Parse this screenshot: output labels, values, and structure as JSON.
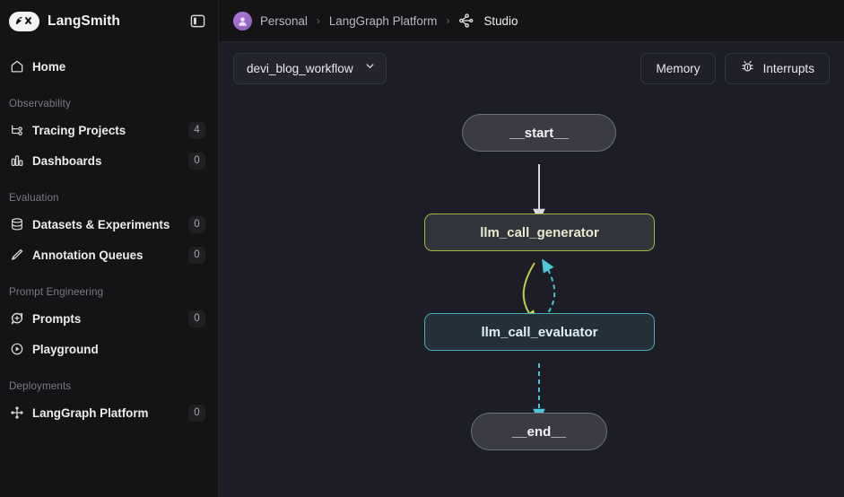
{
  "sidebar": {
    "brand": "LangSmith",
    "logo_icon": "langsmith-logo-icon",
    "panel_toggle_icon": "panel-toggle-icon",
    "home": {
      "label": "Home",
      "icon": "home-icon"
    },
    "sections": [
      {
        "label": "Observability",
        "items": [
          {
            "label": "Tracing Projects",
            "icon": "tracing-projects-icon",
            "badge": "4"
          },
          {
            "label": "Dashboards",
            "icon": "dashboards-icon",
            "badge": "0"
          }
        ]
      },
      {
        "label": "Evaluation",
        "items": [
          {
            "label": "Datasets & Experiments",
            "icon": "database-icon",
            "badge": "0"
          },
          {
            "label": "Annotation Queues",
            "icon": "pencil-icon",
            "badge": "0"
          }
        ]
      },
      {
        "label": "Prompt Engineering",
        "items": [
          {
            "label": "Prompts",
            "icon": "prompt-plus-icon",
            "badge": "0"
          },
          {
            "label": "Playground",
            "icon": "play-circle-icon",
            "badge": ""
          }
        ]
      },
      {
        "label": "Deployments",
        "items": [
          {
            "label": "LangGraph Platform",
            "icon": "langgraph-icon",
            "badge": "0"
          }
        ]
      }
    ]
  },
  "breadcrumb": {
    "avatar_icon": "user-avatar-icon",
    "org": "Personal",
    "sep1": "›",
    "product": "LangGraph Platform",
    "sep2": "›",
    "studio_icon": "studio-graph-icon",
    "current": "Studio"
  },
  "toolbar": {
    "workflow_name": "devi_blog_workflow",
    "workflow_caret_icon": "chevron-down-icon",
    "memory_label": "Memory",
    "interrupts_label": "Interrupts",
    "interrupts_icon": "bug-icon"
  },
  "graph": {
    "nodes": [
      {
        "id": "start",
        "label": "__start__",
        "kind": "terminal"
      },
      {
        "id": "generator",
        "label": "llm_call_generator",
        "kind": "gen"
      },
      {
        "id": "evaluator",
        "label": "llm_call_evaluator",
        "kind": "eval"
      },
      {
        "id": "end",
        "label": "__end__",
        "kind": "terminal"
      }
    ],
    "colors": {
      "canvas_bg": "#1c1d26",
      "edge_gray": "#d8d8dc",
      "edge_yellow": "#c3cf4a",
      "edge_cyan": "#48c3d4",
      "generator_border": "#a4b440",
      "evaluator_border": "#4aa9b6",
      "terminal_border": "#6c6e78"
    }
  }
}
